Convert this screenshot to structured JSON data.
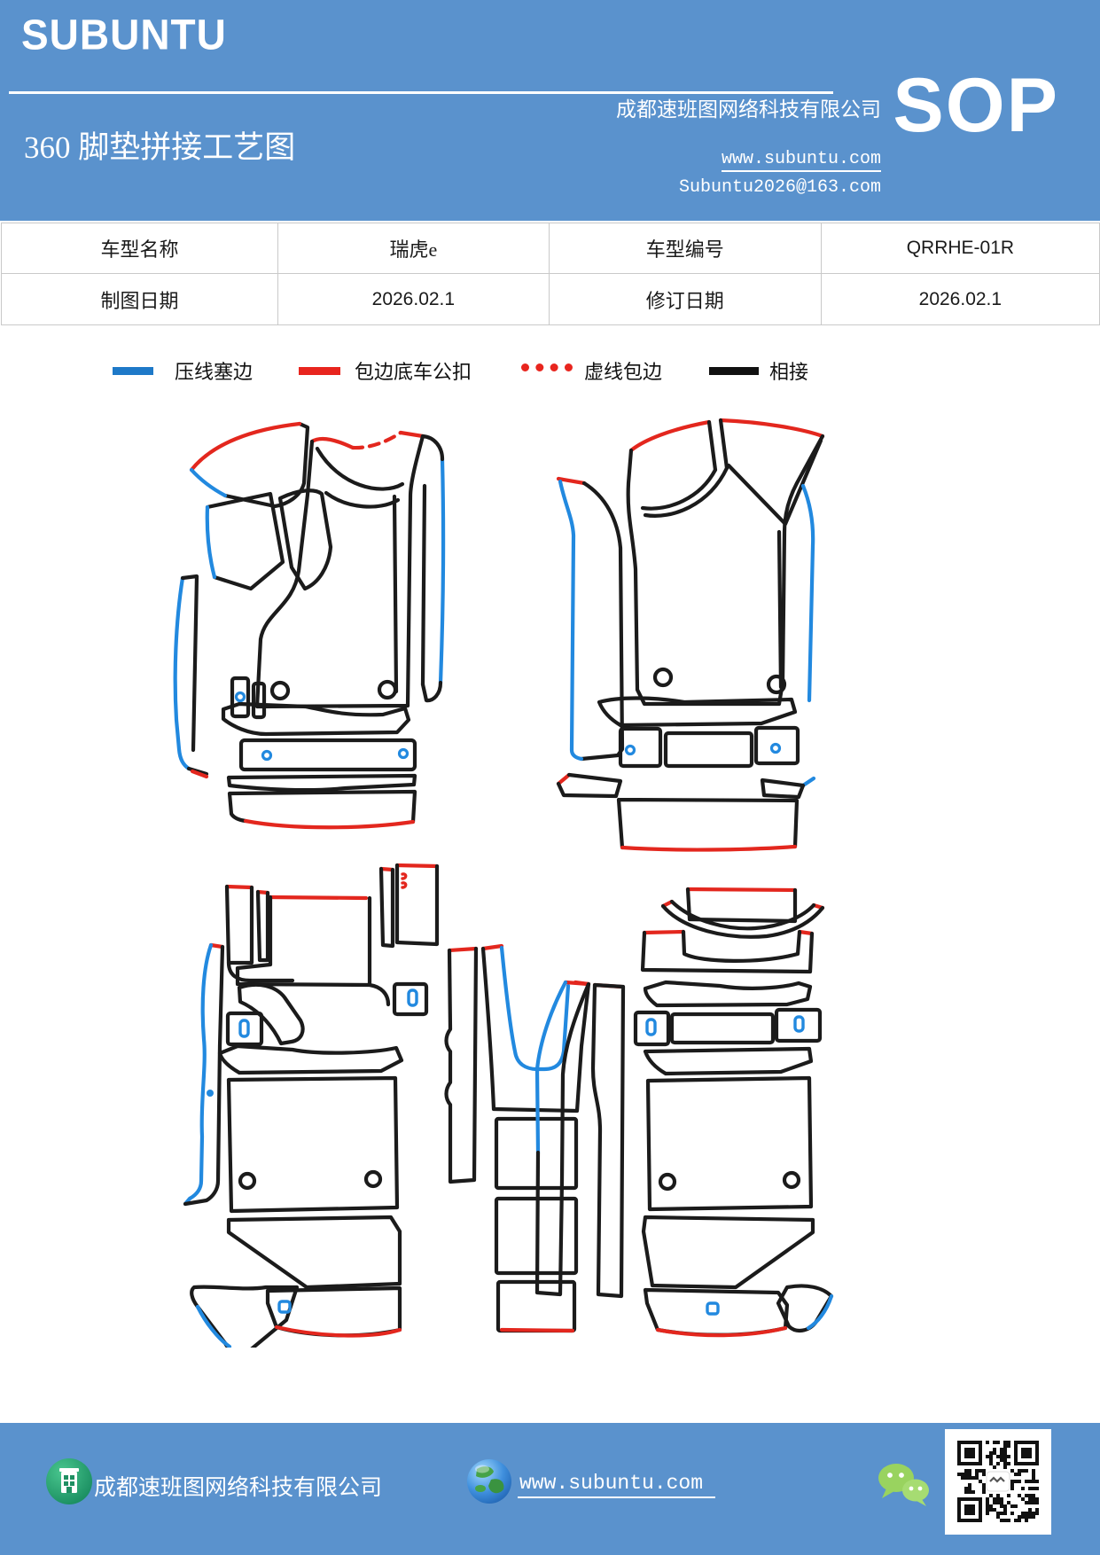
{
  "header": {
    "logo": "SUBUNTU",
    "title": "360 脚垫拼接工艺图",
    "company": "成都速班图网络科技有限公司",
    "website": "www.subuntu.com",
    "email": "Subuntu2026@163.com",
    "sop": "SOP"
  },
  "info_table": {
    "rows": [
      [
        "车型名称",
        "瑞虎e",
        "车型编号",
        "QRRHE-01R"
      ],
      [
        "制图日期",
        "2026.02.1",
        "修订日期",
        "2026.02.1"
      ]
    ]
  },
  "legend": {
    "items": [
      {
        "label": "压线塞边",
        "color": "#1E79C8",
        "style": "solid"
      },
      {
        "label": "包边底车公扣",
        "color": "#E8251E",
        "style": "solid"
      },
      {
        "label": "虚线包边",
        "color": "#E8251E",
        "style": "dashed"
      },
      {
        "label": "相接",
        "color": "#111111",
        "style": "solid"
      }
    ]
  },
  "footer": {
    "company": "成都速班图网络科技有限公司",
    "website": "www.subuntu.com",
    "icons": [
      "building-icon",
      "globe-icon",
      "wechat-icon",
      "qr-code"
    ]
  },
  "colors": {
    "header_bg": "#5A92CD",
    "footer_bg": "#5A92CD",
    "table_border": "#C9C9C9",
    "line_black": "#1B1B1B",
    "line_blue": "#2289DF",
    "line_red": "#E3271E",
    "wechat_green": "#99D35F",
    "building_icon_green": "#2FA674"
  }
}
